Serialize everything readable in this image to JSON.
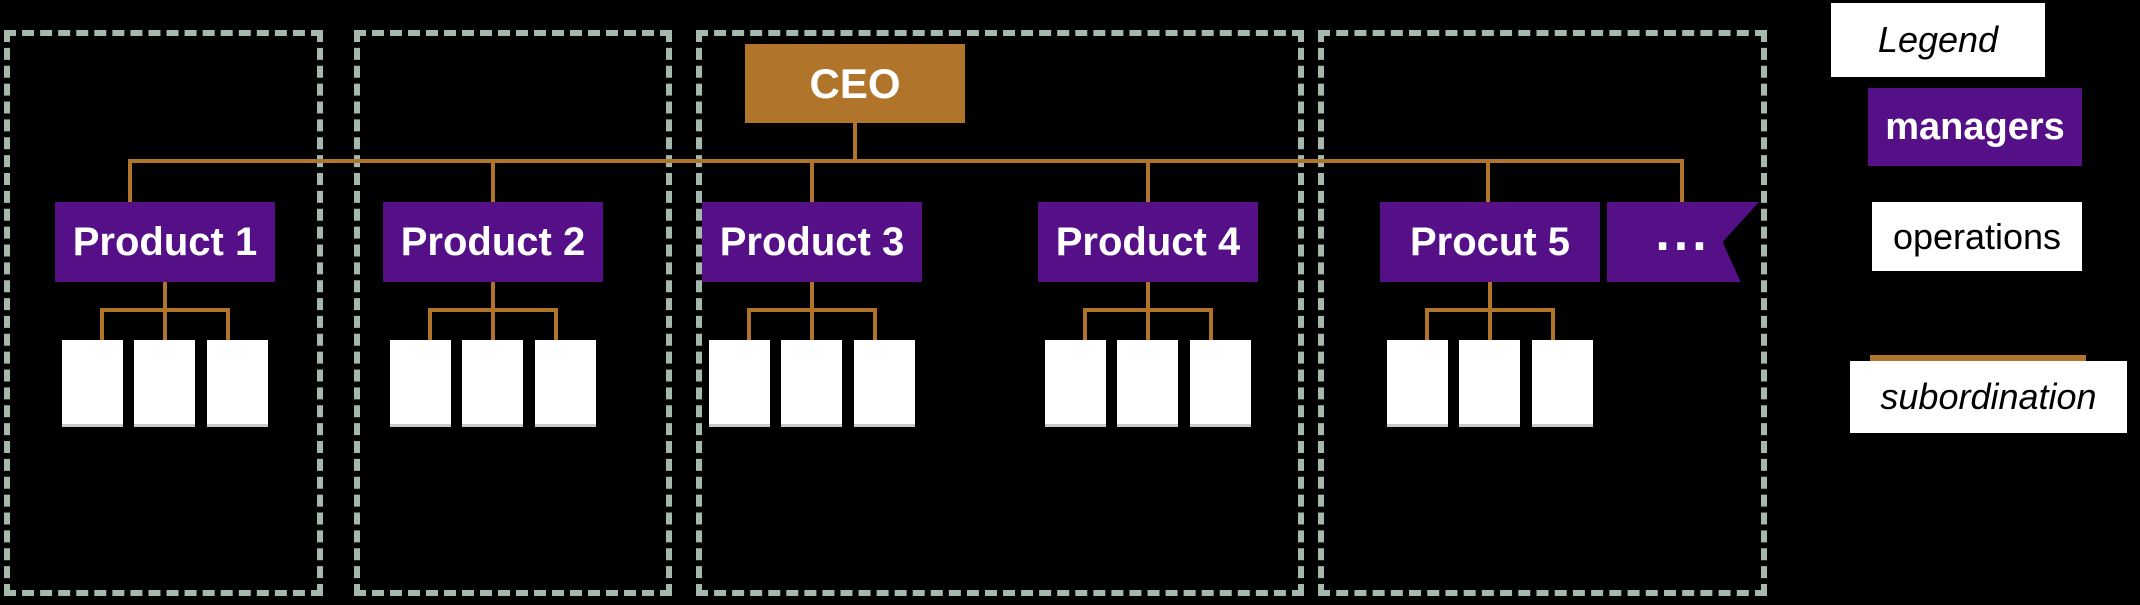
{
  "diagram": {
    "ceo": {
      "label": "CEO"
    },
    "products": [
      {
        "label": "Product 1"
      },
      {
        "label": "Product 2"
      },
      {
        "label": "Product 3"
      },
      {
        "label": "Product 4"
      },
      {
        "label": "Procut 5"
      }
    ],
    "ellipsis": {
      "label": "..."
    },
    "operation_boxes_per_product": 3,
    "group_count": 4
  },
  "legend": {
    "title": "Legend",
    "items": [
      {
        "label": "managers",
        "swatch": "purple-box"
      },
      {
        "label": "operations",
        "swatch": "white-box"
      },
      {
        "label": "subordination",
        "swatch": "orange-line"
      }
    ]
  },
  "colors": {
    "background": "#000000",
    "manager_purple": "#551088",
    "subordination_orange": "#b0752b",
    "operations_white": "#ffffff",
    "group_dash_sage": "#a4b8ab"
  }
}
